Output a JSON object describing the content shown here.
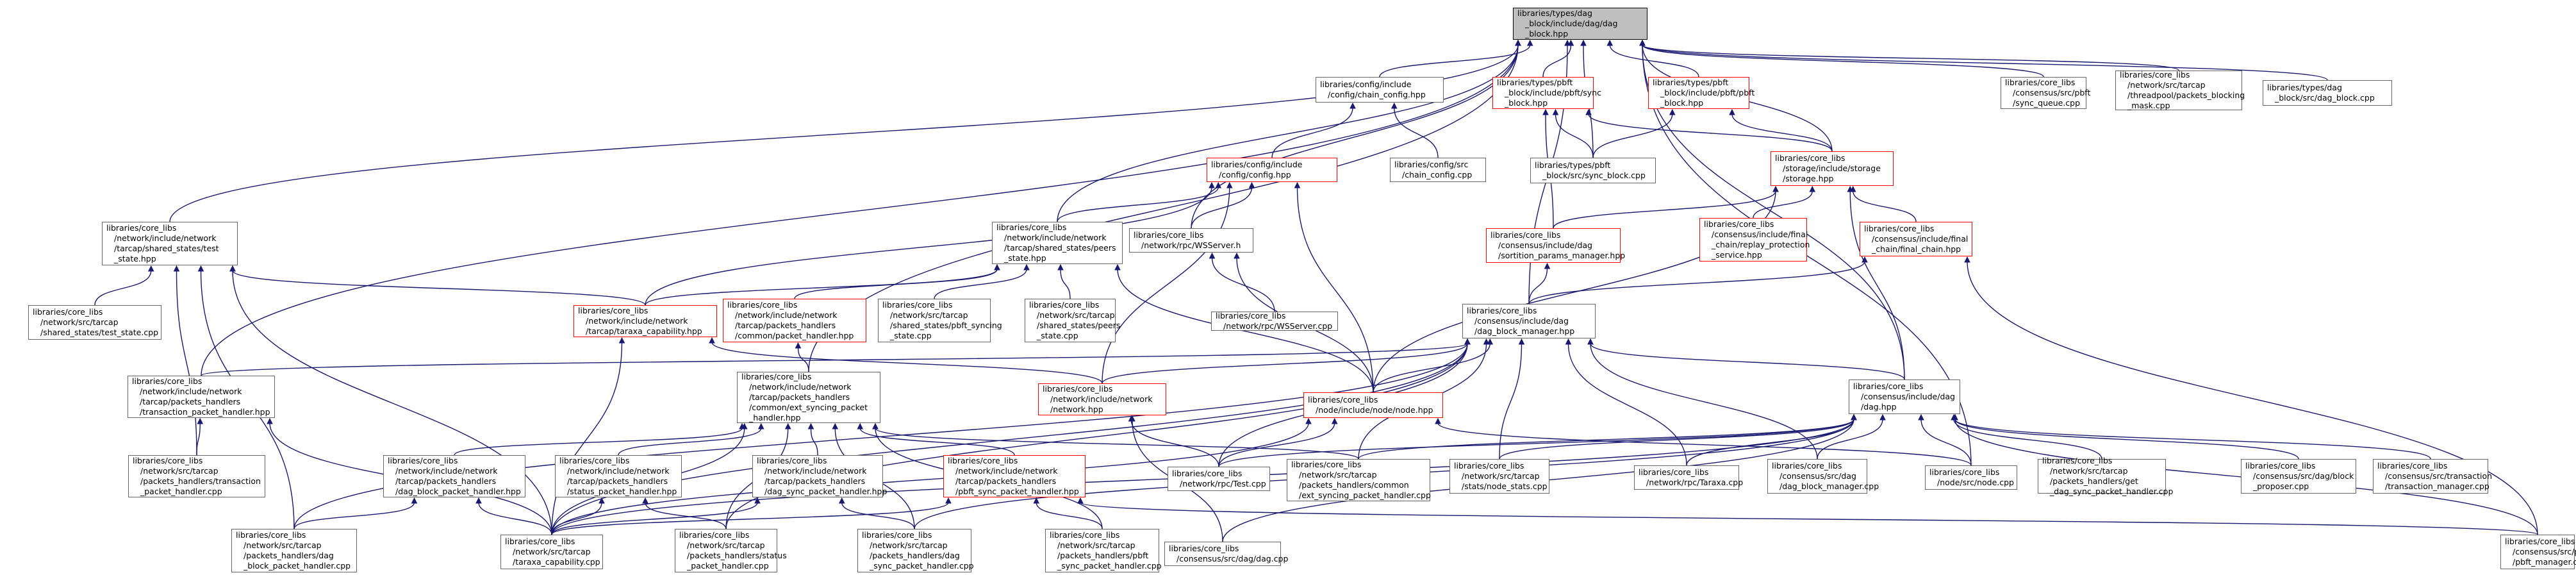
{
  "graph": {
    "type": "include dependency graph",
    "colors": {
      "edge": "#191970",
      "border_default": "#666666",
      "border_highlight": "#ff0000",
      "root_fill": "#bfbfbf"
    },
    "nodes": [
      {
        "id": "root",
        "lines": [
          "libraries/types/dag",
          "_block/include/dag/dag",
          "_block.hpp"
        ],
        "style": "root"
      },
      {
        "id": "chain_config_hpp",
        "lines": [
          "libraries/config/include",
          "/config/chain_config.hpp"
        ],
        "style": "default"
      },
      {
        "id": "pbft_sync_block_hpp",
        "lines": [
          "libraries/types/pbft",
          "_block/include/pbft/sync",
          "_block.hpp"
        ],
        "style": "red"
      },
      {
        "id": "pbft_block_hpp",
        "lines": [
          "libraries/types/pbft",
          "_block/include/pbft/pbft",
          "_block.hpp"
        ],
        "style": "red"
      },
      {
        "id": "sync_queue_cpp",
        "lines": [
          "libraries/core_libs",
          "/consensus/src/pbft",
          "/sync_queue.cpp"
        ],
        "style": "default"
      },
      {
        "id": "threadpool_cpp",
        "lines": [
          "libraries/core_libs",
          "/network/src/tarcap",
          "/threadpool/packets_blocking",
          "_mask.cpp"
        ],
        "style": "default"
      },
      {
        "id": "dag_block_cpp",
        "lines": [
          "libraries/types/dag",
          "_block/src/dag_block.cpp"
        ],
        "style": "default"
      },
      {
        "id": "config_hpp",
        "lines": [
          "libraries/config/include",
          "/config/config.hpp"
        ],
        "style": "red"
      },
      {
        "id": "chain_config_cpp",
        "lines": [
          "libraries/config/src",
          "/chain_config.cpp"
        ],
        "style": "default"
      },
      {
        "id": "pbft_sync_block_cpp",
        "lines": [
          "libraries/types/pbft",
          "_block/src/sync_block.cpp"
        ],
        "style": "default"
      },
      {
        "id": "storage_hpp",
        "lines": [
          "libraries/core_libs",
          "/storage/include/storage",
          "/storage.hpp"
        ],
        "style": "red"
      },
      {
        "id": "test_state_hpp",
        "lines": [
          "libraries/core_libs",
          "/network/include/network",
          "/tarcap/shared_states/test",
          "_state.hpp"
        ],
        "style": "default"
      },
      {
        "id": "peers_state_hpp",
        "lines": [
          "libraries/core_libs",
          "/network/include/network",
          "/tarcap/shared_states/peers",
          "_state.hpp"
        ],
        "style": "default"
      },
      {
        "id": "wsserver_h",
        "lines": [
          "libraries/core_libs",
          "/network/rpc/WSServer.h"
        ],
        "style": "default"
      },
      {
        "id": "sortition_hpp",
        "lines": [
          "libraries/core_libs",
          "/consensus/include/dag",
          "/sortition_params_manager.hpp"
        ],
        "style": "red"
      },
      {
        "id": "replay_protection_hpp",
        "lines": [
          "libraries/core_libs",
          "/consensus/include/final",
          "_chain/replay_protection",
          "_service.hpp"
        ],
        "style": "red"
      },
      {
        "id": "final_chain_hpp",
        "lines": [
          "libraries/core_libs",
          "/consensus/include/final",
          "_chain/final_chain.hpp"
        ],
        "style": "red"
      },
      {
        "id": "test_state_cpp",
        "lines": [
          "libraries/core_libs",
          "/network/src/tarcap",
          "/shared_states/test_state.cpp"
        ],
        "style": "default"
      },
      {
        "id": "taraxa_capability_hpp",
        "lines": [
          "libraries/core_libs",
          "/network/include/network",
          "/tarcap/taraxa_capability.hpp"
        ],
        "style": "red"
      },
      {
        "id": "packet_handler_hpp",
        "lines": [
          "libraries/core_libs",
          "/network/include/network",
          "/tarcap/packets_handlers",
          "/common/packet_handler.hpp"
        ],
        "style": "red"
      },
      {
        "id": "pbft_syncing_state_cpp",
        "lines": [
          "libraries/core_libs",
          "/network/src/tarcap",
          "/shared_states/pbft_syncing",
          "_state.cpp"
        ],
        "style": "default"
      },
      {
        "id": "peers_state_cpp",
        "lines": [
          "libraries/core_libs",
          "/network/src/tarcap",
          "/shared_states/peers",
          "_state.cpp"
        ],
        "style": "default"
      },
      {
        "id": "wsserver_cpp",
        "lines": [
          "libraries/core_libs",
          "/network/rpc/WSServer.cpp"
        ],
        "style": "default"
      },
      {
        "id": "dag_block_manager_hpp",
        "lines": [
          "libraries/core_libs",
          "/consensus/include/dag",
          "/dag_block_manager.hpp"
        ],
        "style": "default"
      },
      {
        "id": "transaction_ph_hpp",
        "lines": [
          "libraries/core_libs",
          "/network/include/network",
          "/tarcap/packets_handlers",
          "/transaction_packet_handler.hpp"
        ],
        "style": "default"
      },
      {
        "id": "ext_syncing_ph_hpp",
        "lines": [
          "libraries/core_libs",
          "/network/include/network",
          "/tarcap/packets_handlers",
          "/common/ext_syncing_packet",
          "_handler.hpp"
        ],
        "style": "default"
      },
      {
        "id": "network_hpp",
        "lines": [
          "libraries/core_libs",
          "/network/include/network",
          "/network.hpp"
        ],
        "style": "red"
      },
      {
        "id": "node_hpp",
        "lines": [
          "libraries/core_libs",
          "/node/include/node/node.hpp"
        ],
        "style": "red"
      },
      {
        "id": "dag_hpp",
        "lines": [
          "libraries/core_libs",
          "/consensus/include/dag",
          "/dag.hpp"
        ],
        "style": "default"
      },
      {
        "id": "transaction_ph_cpp",
        "lines": [
          "libraries/core_libs",
          "/network/src/tarcap",
          "/packets_handlers/transaction",
          "_packet_handler.cpp"
        ],
        "style": "default"
      },
      {
        "id": "dag_block_ph_hpp",
        "lines": [
          "libraries/core_libs",
          "/network/include/network",
          "/tarcap/packets_handlers",
          "/dag_block_packet_handler.hpp"
        ],
        "style": "default"
      },
      {
        "id": "status_ph_hpp",
        "lines": [
          "libraries/core_libs",
          "/network/include/network",
          "/tarcap/packets_handlers",
          "/status_packet_handler.hpp"
        ],
        "style": "default"
      },
      {
        "id": "dag_sync_ph_hpp",
        "lines": [
          "libraries/core_libs",
          "/network/include/network",
          "/tarcap/packets_handlers",
          "/dag_sync_packet_handler.hpp"
        ],
        "style": "default"
      },
      {
        "id": "pbft_sync_ph_hpp",
        "lines": [
          "libraries/core_libs",
          "/network/include/network",
          "/tarcap/packets_handlers",
          "/pbft_sync_packet_handler.hpp"
        ],
        "style": "red"
      },
      {
        "id": "test_cpp",
        "lines": [
          "libraries/core_libs",
          "/network/rpc/Test.cpp"
        ],
        "style": "default"
      },
      {
        "id": "ext_syncing_ph_cpp",
        "lines": [
          "libraries/core_libs",
          "/network/src/tarcap",
          "/packets_handlers/common",
          "/ext_syncing_packet_handler.cpp"
        ],
        "style": "default"
      },
      {
        "id": "node_stats_cpp",
        "lines": [
          "libraries/core_libs",
          "/network/src/tarcap",
          "/stats/node_stats.cpp"
        ],
        "style": "default"
      },
      {
        "id": "taraxa_cpp",
        "lines": [
          "libraries/core_libs",
          "/network/rpc/Taraxa.cpp"
        ],
        "style": "default"
      },
      {
        "id": "dag_block_manager_cpp",
        "lines": [
          "libraries/core_libs",
          "/consensus/src/dag",
          "/dag_block_manager.cpp"
        ],
        "style": "default"
      },
      {
        "id": "node_cpp",
        "lines": [
          "libraries/core_libs",
          "/node/src/node.cpp"
        ],
        "style": "default"
      },
      {
        "id": "get_dag_sync_ph_cpp",
        "lines": [
          "libraries/core_libs",
          "/network/src/tarcap",
          "/packets_handlers/get",
          "_dag_sync_packet_handler.cpp"
        ],
        "style": "default"
      },
      {
        "id": "block_proposer_cpp",
        "lines": [
          "libraries/core_libs",
          "/consensus/src/dag/block",
          "_proposer.cpp"
        ],
        "style": "default"
      },
      {
        "id": "transaction_manager_cpp",
        "lines": [
          "libraries/core_libs",
          "/consensus/src/transaction",
          "/transaction_manager.cpp"
        ],
        "style": "default"
      },
      {
        "id": "dag_block_ph_cpp",
        "lines": [
          "libraries/core_libs",
          "/network/src/tarcap",
          "/packets_handlers/dag",
          "_block_packet_handler.cpp"
        ],
        "style": "default"
      },
      {
        "id": "taraxa_capability_cpp",
        "lines": [
          "libraries/core_libs",
          "/network/src/tarcap",
          "/taraxa_capability.cpp"
        ],
        "style": "default"
      },
      {
        "id": "status_ph_cpp",
        "lines": [
          "libraries/core_libs",
          "/network/src/tarcap",
          "/packets_handlers/status",
          "_packet_handler.cpp"
        ],
        "style": "default"
      },
      {
        "id": "dag_sync_ph_cpp",
        "lines": [
          "libraries/core_libs",
          "/network/src/tarcap",
          "/packets_handlers/dag",
          "_sync_packet_handler.cpp"
        ],
        "style": "default"
      },
      {
        "id": "pbft_sync_ph_cpp",
        "lines": [
          "libraries/core_libs",
          "/network/src/tarcap",
          "/packets_handlers/pbft",
          "_sync_packet_handler.cpp"
        ],
        "style": "default"
      },
      {
        "id": "dag_cpp",
        "lines": [
          "libraries/core_libs",
          "/consensus/src/dag/dag.cpp"
        ],
        "style": "default"
      },
      {
        "id": "pbft_manager_cpp",
        "lines": [
          "libraries/core_libs",
          "/consensus/src/pbft",
          "/pbft_manager.cpp"
        ],
        "style": "default"
      }
    ],
    "edges": [
      [
        "chain_config_hpp",
        "root"
      ],
      [
        "pbft_sync_block_hpp",
        "root"
      ],
      [
        "pbft_block_hpp",
        "root"
      ],
      [
        "sync_queue_cpp",
        "root"
      ],
      [
        "threadpool_cpp",
        "root"
      ],
      [
        "dag_block_cpp",
        "root"
      ],
      [
        "storage_hpp",
        "root"
      ],
      [
        "pbft_sync_block_cpp",
        "root"
      ],
      [
        "test_state_hpp",
        "root"
      ],
      [
        "peers_state_hpp",
        "root"
      ],
      [
        "wsserver_h",
        "root"
      ],
      [
        "dag_block_manager_hpp",
        "root"
      ],
      [
        "ext_syncing_ph_hpp",
        "root"
      ],
      [
        "transaction_ph_hpp",
        "root"
      ],
      [
        "node_cpp",
        "root"
      ],
      [
        "dag_hpp",
        "root"
      ],
      [
        "config_hpp",
        "chain_config_hpp"
      ],
      [
        "chain_config_cpp",
        "chain_config_hpp"
      ],
      [
        "pbft_sync_block_cpp",
        "pbft_sync_block_hpp"
      ],
      [
        "storage_hpp",
        "pbft_sync_block_hpp"
      ],
      [
        "sortition_hpp",
        "pbft_sync_block_hpp"
      ],
      [
        "pbft_sync_block_cpp",
        "pbft_block_hpp"
      ],
      [
        "storage_hpp",
        "pbft_block_hpp"
      ],
      [
        "peers_state_hpp",
        "config_hpp"
      ],
      [
        "taraxa_capability_hpp",
        "config_hpp"
      ],
      [
        "network_hpp",
        "config_hpp"
      ],
      [
        "node_hpp",
        "config_hpp"
      ],
      [
        "wsserver_h",
        "config_hpp"
      ],
      [
        "sortition_hpp",
        "storage_hpp"
      ],
      [
        "replay_protection_hpp",
        "storage_hpp"
      ],
      [
        "final_chain_hpp",
        "storage_hpp"
      ],
      [
        "node_hpp",
        "storage_hpp"
      ],
      [
        "dag_hpp",
        "storage_hpp"
      ],
      [
        "test_state_cpp",
        "test_state_hpp"
      ],
      [
        "taraxa_capability_hpp",
        "test_state_hpp"
      ],
      [
        "transaction_ph_cpp",
        "test_state_hpp"
      ],
      [
        "dag_block_ph_cpp",
        "test_state_hpp"
      ],
      [
        "taraxa_capability_cpp",
        "test_state_hpp"
      ],
      [
        "taraxa_capability_hpp",
        "peers_state_hpp"
      ],
      [
        "packet_handler_hpp",
        "peers_state_hpp"
      ],
      [
        "pbft_syncing_state_cpp",
        "peers_state_hpp"
      ],
      [
        "peers_state_cpp",
        "peers_state_hpp"
      ],
      [
        "node_hpp",
        "peers_state_hpp"
      ],
      [
        "wsserver_cpp",
        "wsserver_h"
      ],
      [
        "node_hpp",
        "wsserver_h"
      ],
      [
        "dag_block_manager_hpp",
        "sortition_hpp"
      ],
      [
        "dag_block_manager_hpp",
        "final_chain_hpp"
      ],
      [
        "pbft_manager_cpp",
        "final_chain_hpp"
      ],
      [
        "network_hpp",
        "taraxa_capability_hpp"
      ],
      [
        "taraxa_capability_cpp",
        "taraxa_capability_hpp"
      ],
      [
        "ext_syncing_ph_hpp",
        "packet_handler_hpp"
      ],
      [
        "transaction_ph_hpp",
        "dag_block_manager_hpp"
      ],
      [
        "network_hpp",
        "dag_block_manager_hpp"
      ],
      [
        "node_hpp",
        "dag_block_manager_hpp"
      ],
      [
        "dag_hpp",
        "dag_block_manager_hpp"
      ],
      [
        "test_cpp",
        "dag_block_manager_hpp"
      ],
      [
        "ext_syncing_ph_cpp",
        "dag_block_manager_hpp"
      ],
      [
        "node_stats_cpp",
        "dag_block_manager_hpp"
      ],
      [
        "taraxa_cpp",
        "dag_block_manager_hpp"
      ],
      [
        "dag_block_manager_cpp",
        "dag_block_manager_hpp"
      ],
      [
        "taraxa_capability_cpp",
        "dag_block_manager_hpp"
      ],
      [
        "status_ph_cpp",
        "dag_block_manager_hpp"
      ],
      [
        "dag_block_ph_cpp",
        "dag_block_manager_hpp"
      ],
      [
        "transaction_ph_cpp",
        "transaction_ph_hpp"
      ],
      [
        "taraxa_capability_cpp",
        "transaction_ph_hpp"
      ],
      [
        "dag_block_ph_hpp",
        "ext_syncing_ph_hpp"
      ],
      [
        "status_ph_hpp",
        "ext_syncing_ph_hpp"
      ],
      [
        "dag_sync_ph_hpp",
        "ext_syncing_ph_hpp"
      ],
      [
        "pbft_sync_ph_hpp",
        "ext_syncing_ph_hpp"
      ],
      [
        "ext_syncing_ph_cpp",
        "ext_syncing_ph_hpp"
      ],
      [
        "taraxa_capability_cpp",
        "ext_syncing_ph_hpp"
      ],
      [
        "status_ph_cpp",
        "ext_syncing_ph_hpp"
      ],
      [
        "dag_sync_ph_cpp",
        "ext_syncing_ph_hpp"
      ],
      [
        "pbft_sync_ph_cpp",
        "ext_syncing_ph_hpp"
      ],
      [
        "test_cpp",
        "network_hpp"
      ],
      [
        "dag_cpp",
        "network_hpp"
      ],
      [
        "test_cpp",
        "node_hpp"
      ],
      [
        "node_cpp",
        "node_hpp"
      ],
      [
        "taraxa_capability_cpp",
        "node_hpp"
      ],
      [
        "test_cpp",
        "dag_hpp"
      ],
      [
        "ext_syncing_ph_cpp",
        "dag_hpp"
      ],
      [
        "node_stats_cpp",
        "dag_hpp"
      ],
      [
        "taraxa_cpp",
        "dag_hpp"
      ],
      [
        "dag_block_manager_cpp",
        "dag_hpp"
      ],
      [
        "node_cpp",
        "dag_hpp"
      ],
      [
        "get_dag_sync_ph_cpp",
        "dag_hpp"
      ],
      [
        "block_proposer_cpp",
        "dag_hpp"
      ],
      [
        "transaction_manager_cpp",
        "dag_hpp"
      ],
      [
        "dag_cpp",
        "dag_hpp"
      ],
      [
        "pbft_manager_cpp",
        "dag_hpp"
      ],
      [
        "taraxa_capability_cpp",
        "dag_hpp"
      ],
      [
        "dag_sync_ph_cpp",
        "dag_hpp"
      ],
      [
        "dag_block_ph_cpp",
        "dag_block_ph_hpp"
      ],
      [
        "taraxa_capability_cpp",
        "dag_block_ph_hpp"
      ],
      [
        "status_ph_cpp",
        "status_ph_hpp"
      ],
      [
        "taraxa_capability_cpp",
        "status_ph_hpp"
      ],
      [
        "dag_sync_ph_cpp",
        "dag_sync_ph_hpp"
      ],
      [
        "taraxa_capability_cpp",
        "dag_sync_ph_hpp"
      ],
      [
        "pbft_sync_ph_cpp",
        "pbft_sync_ph_hpp"
      ],
      [
        "taraxa_capability_cpp",
        "pbft_sync_ph_hpp"
      ],
      [
        "pbft_manager_cpp",
        "pbft_sync_ph_hpp"
      ]
    ]
  }
}
